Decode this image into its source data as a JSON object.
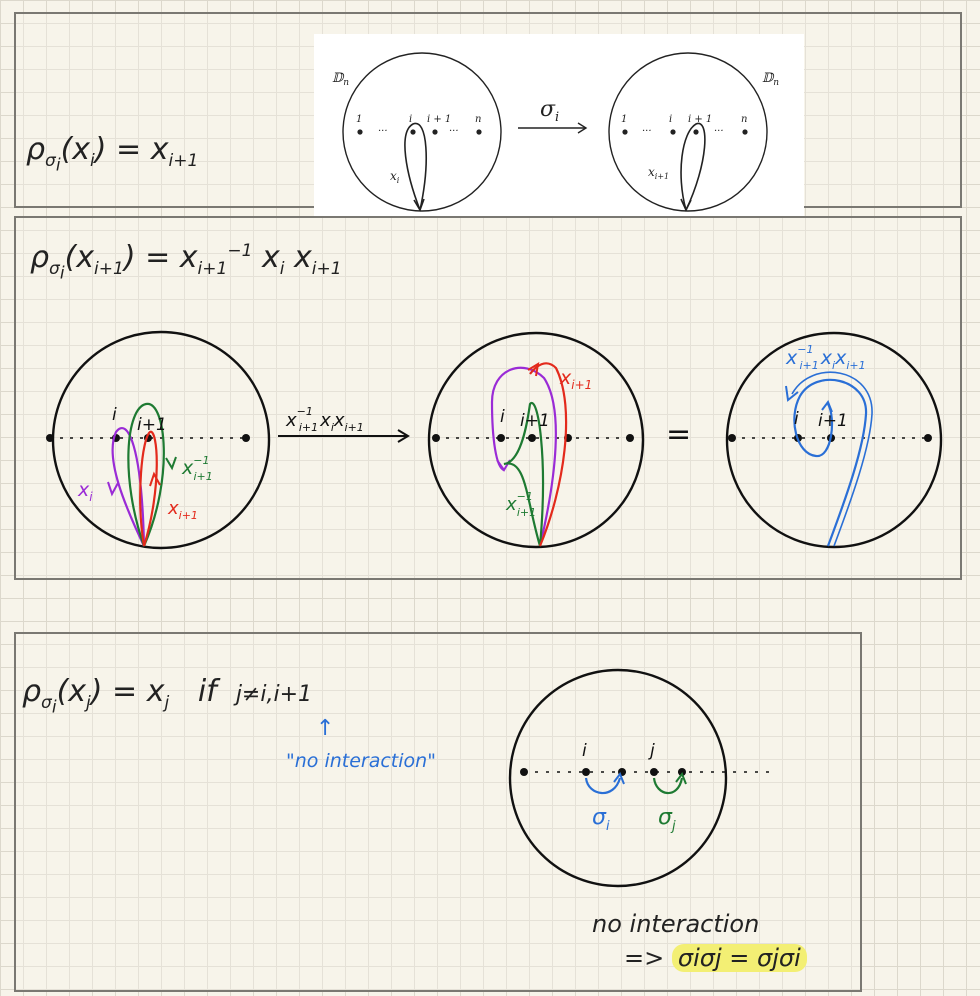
{
  "panel1": {
    "formula": {
      "rho": "ρ",
      "sigma": "σ",
      "sub_i": "i",
      "lhs_var": "x",
      "lhs_sub": "i",
      "eq": "=",
      "rhs_var": "x",
      "rhs_sub": "i+1"
    },
    "figure": {
      "disk_label": "𝔻",
      "disk_label_sub": "n",
      "left_points": [
        "1",
        "···",
        "i",
        "i + 1",
        "···",
        "n"
      ],
      "right_points": [
        "1",
        "···",
        "i",
        "i + 1",
        "···",
        "n"
      ],
      "left_loop_label": "x",
      "left_loop_sub": "i",
      "right_loop_label": "x",
      "right_loop_sub": "i+1",
      "arrow_label": "σ",
      "arrow_label_sub": "i"
    }
  },
  "panel2": {
    "formula": {
      "rho": "ρ",
      "sigma": "σ",
      "sub_i": "i",
      "lhs_var": "x",
      "lhs_sub": "i+1",
      "eq": "=",
      "t1": "x",
      "t1_sub": "i+1",
      "t1_sup": "−1",
      "t2": "x",
      "t2_sub": "i",
      "t3": "x",
      "t3_sub": "i+1"
    },
    "disk1": {
      "label_i": "i",
      "label_i1": "i+1",
      "loop_purple": "x",
      "loop_purple_sub": "i",
      "loop_green": "x",
      "loop_green_sub": "i+1",
      "loop_green_sup": "−1",
      "loop_red": "x",
      "loop_red_sub": "i+1"
    },
    "arrow_label": {
      "a": "x",
      "a_sub": "i+1",
      "a_sup": "−1",
      "b": "x",
      "b_sub": "i",
      "c": "x",
      "c_sub": "i+1"
    },
    "disk2": {
      "label_i": "i",
      "label_i1": "i+1",
      "loop_red": "x",
      "loop_red_sub": "i+1",
      "loop_green": "x",
      "loop_green_sub": "i+1",
      "loop_green_sup": "−1"
    },
    "equals": "=",
    "disk3": {
      "label_i": "i",
      "label_i1": "i+1",
      "a": "x",
      "a_sub": "i+1",
      "a_sup": "−1",
      "b": "x",
      "b_sub": "i",
      "c": "x",
      "c_sub": "i+1"
    }
  },
  "panel3": {
    "formula": {
      "rho": "ρ",
      "sigma": "σ",
      "sub_i": "i",
      "lhs_var": "x",
      "lhs_sub": "j",
      "eq": "=",
      "rhs_var": "x",
      "rhs_sub": "j",
      "cond": "if",
      "cond_expr": "j≠i,i+1"
    },
    "note_arrow": "↑",
    "note": "\"no interaction\"",
    "disk": {
      "label_i": "i",
      "label_j": "j",
      "sigma_i": "σ",
      "sigma_i_sub": "i",
      "sigma_j": "σ",
      "sigma_j_sub": "j"
    },
    "conclusion_line1": "no interaction",
    "conclusion_arrow": "=>",
    "conclusion_expr": "σiσj = σjσi"
  },
  "colors": {
    "purple": "#9a2bd6",
    "green": "#1e7a32",
    "red": "#e32a1c",
    "blue": "#2a6fd6",
    "ink": "#222222",
    "highlight": "#f3ef74"
  }
}
